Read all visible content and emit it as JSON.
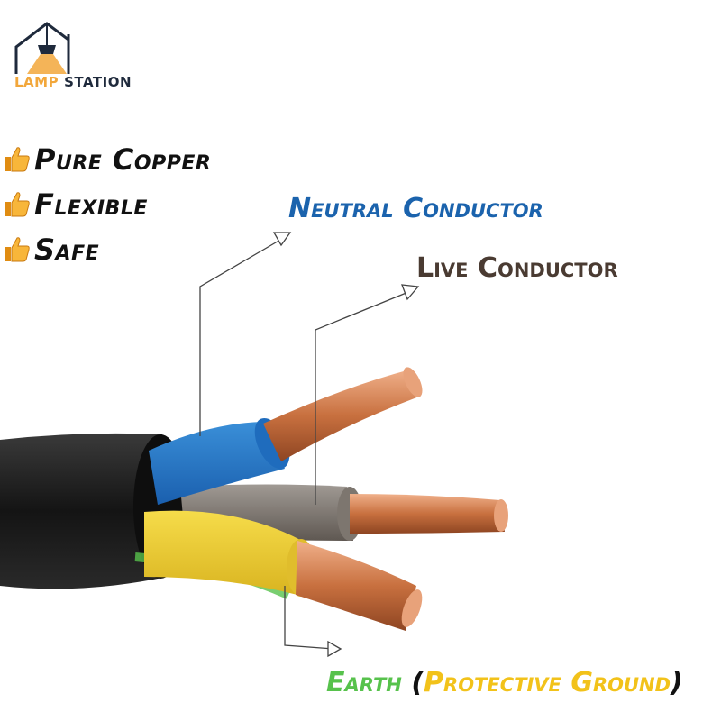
{
  "brand": {
    "lamp": "LAMP",
    "station": "STATION",
    "colors": {
      "lamp": "#f2a73b",
      "station": "#1f2a3c"
    }
  },
  "features": [
    {
      "label": "Pure Copper",
      "icon": "thumbs-up-icon"
    },
    {
      "label": "Flexible",
      "icon": "thumbs-up-icon"
    },
    {
      "label": "Safe",
      "icon": "thumbs-up-icon"
    }
  ],
  "callouts": {
    "neutral": "Neutral Conductor",
    "live": "Live Conductor",
    "earth": "Earth",
    "earth_open": "(",
    "earth_detail": "Protective Ground",
    "earth_close": ")"
  },
  "colors": {
    "neutral": "#1b63ad",
    "live": "#4a3b32",
    "earth": "#57c24c",
    "ground": "#f2c21a",
    "jacket": "#1a1a1a",
    "copper": "#c8703f"
  }
}
